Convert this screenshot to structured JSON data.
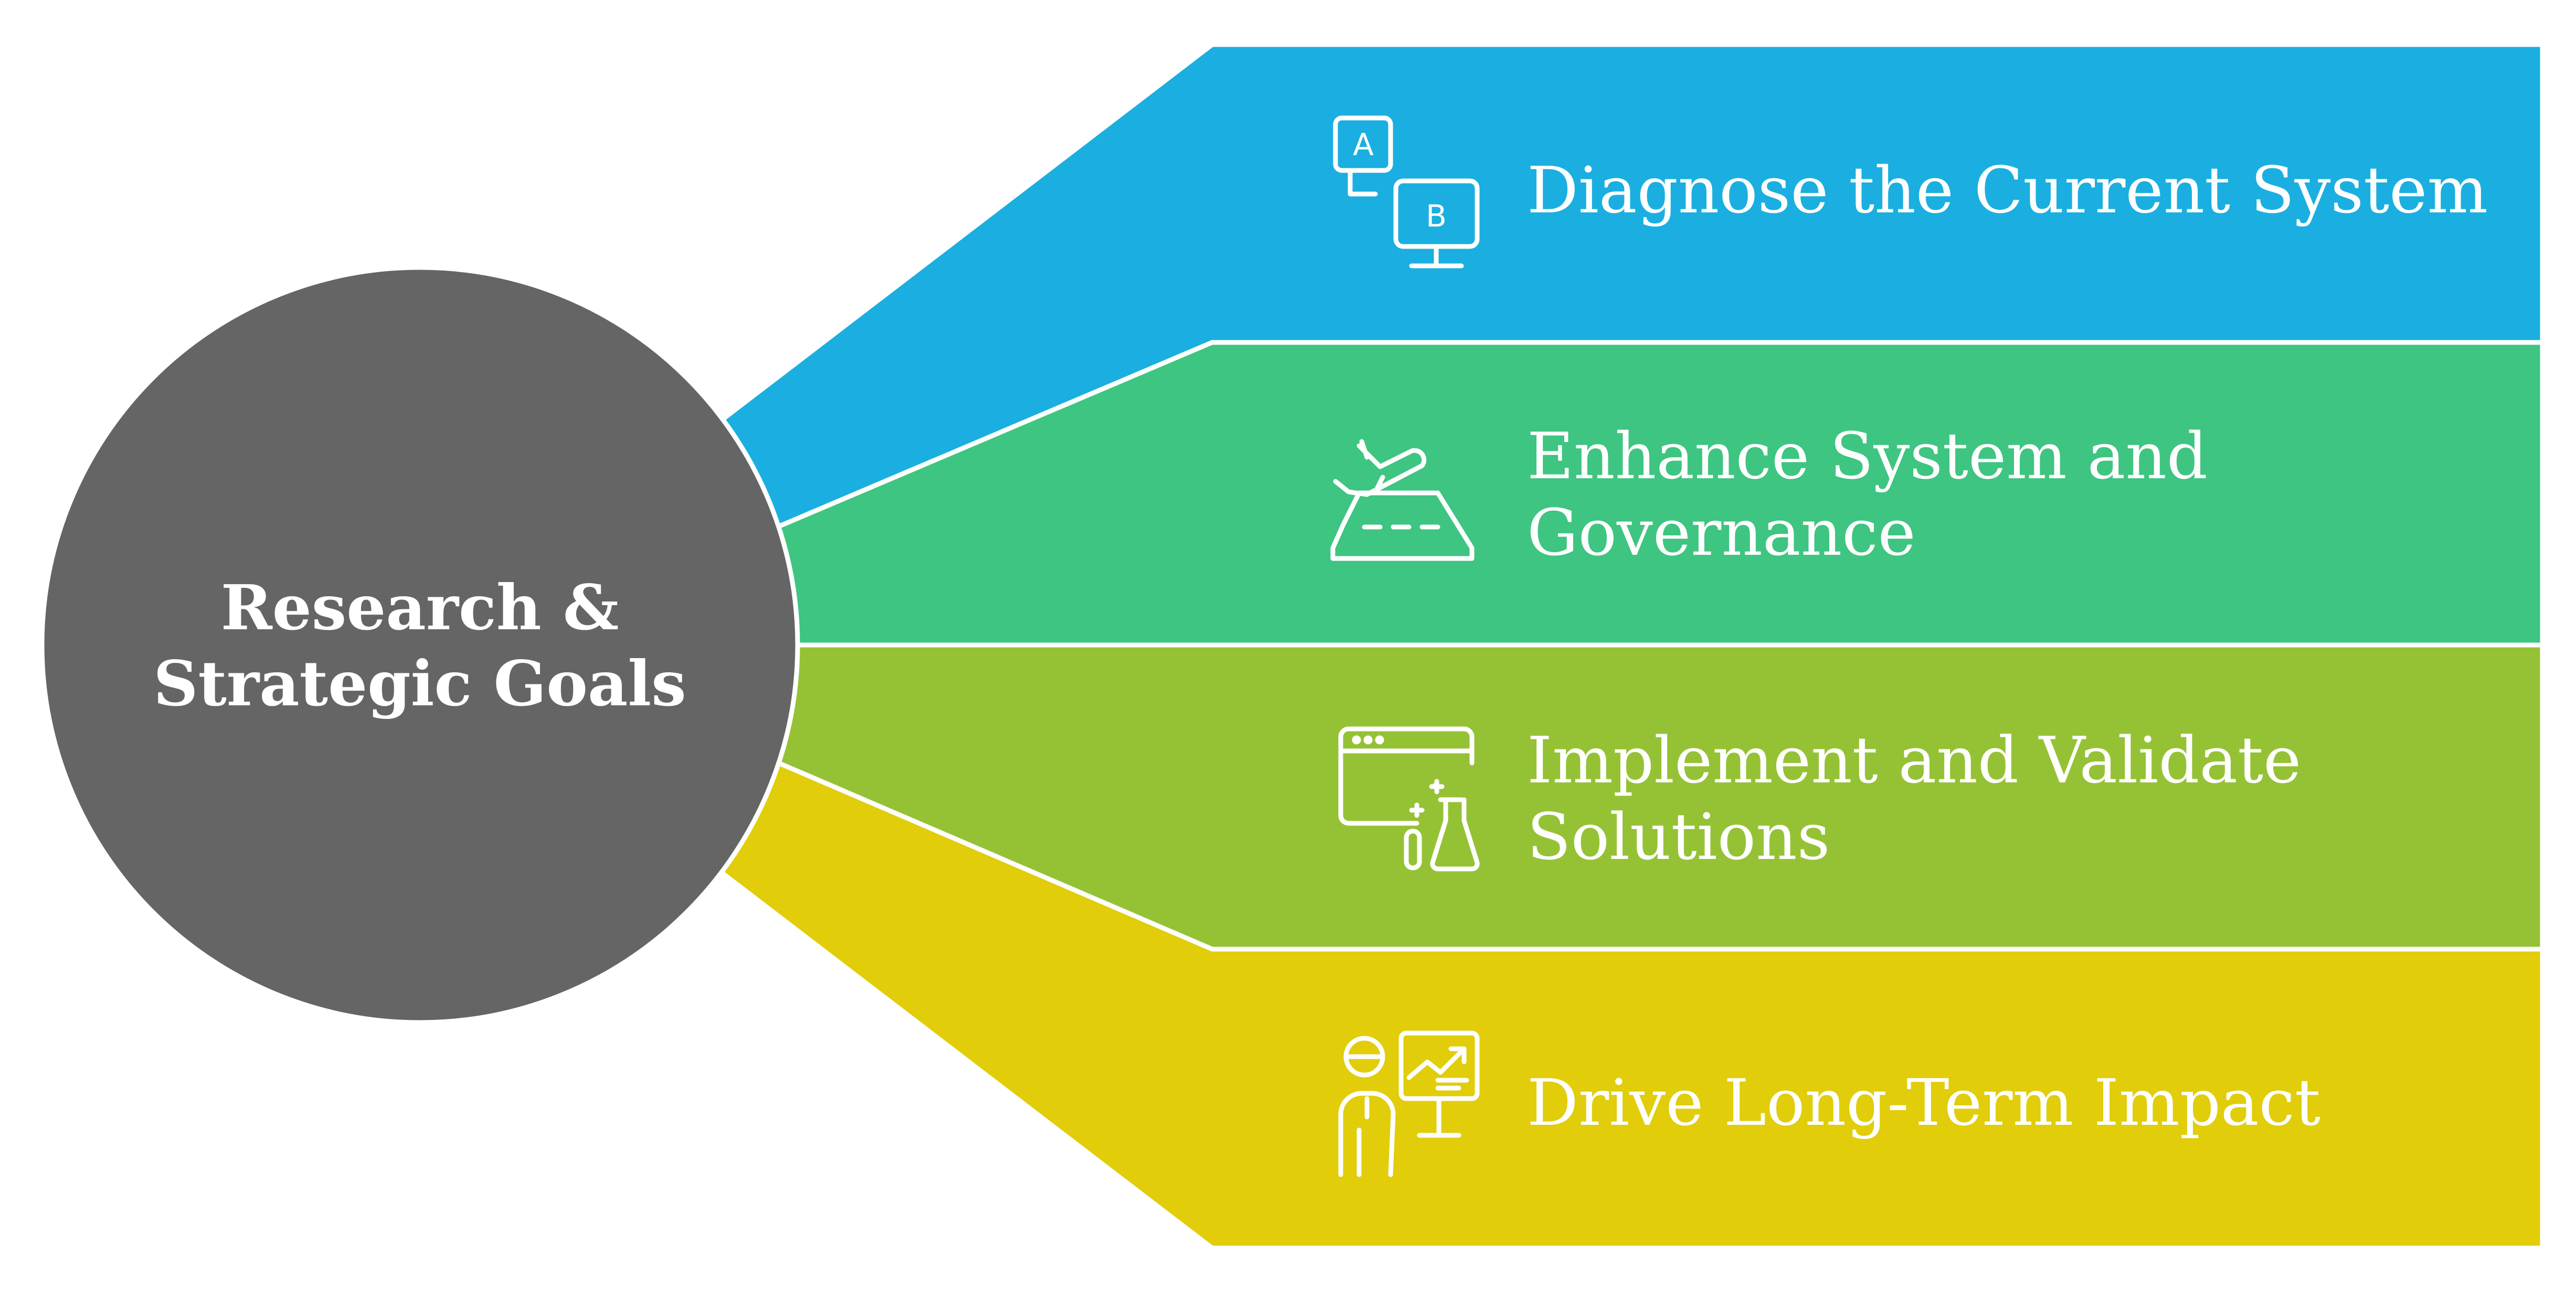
{
  "hub": {
    "title_line1": "Research &",
    "title_line2": "Strategic Goals",
    "color": "#656565"
  },
  "bands": [
    {
      "icon": "ab-test-monitor-icon",
      "line1": "Diagnose the Current System",
      "line2": "",
      "color": "#1aafe0"
    },
    {
      "icon": "airplane-landing-runway-icon",
      "line1": "Enhance System and",
      "line2": "Governance",
      "color": "#3ec581"
    },
    {
      "icon": "browser-lab-flask-icon",
      "line1": "Implement and Validate",
      "line2": "Solutions",
      "color": "#95c235"
    },
    {
      "icon": "presenter-chart-icon",
      "line1": "Drive Long-Term Impact",
      "line2": "",
      "color": "#e1cd0a"
    }
  ],
  "icon_labels": {
    "a": "A",
    "b": "B"
  }
}
